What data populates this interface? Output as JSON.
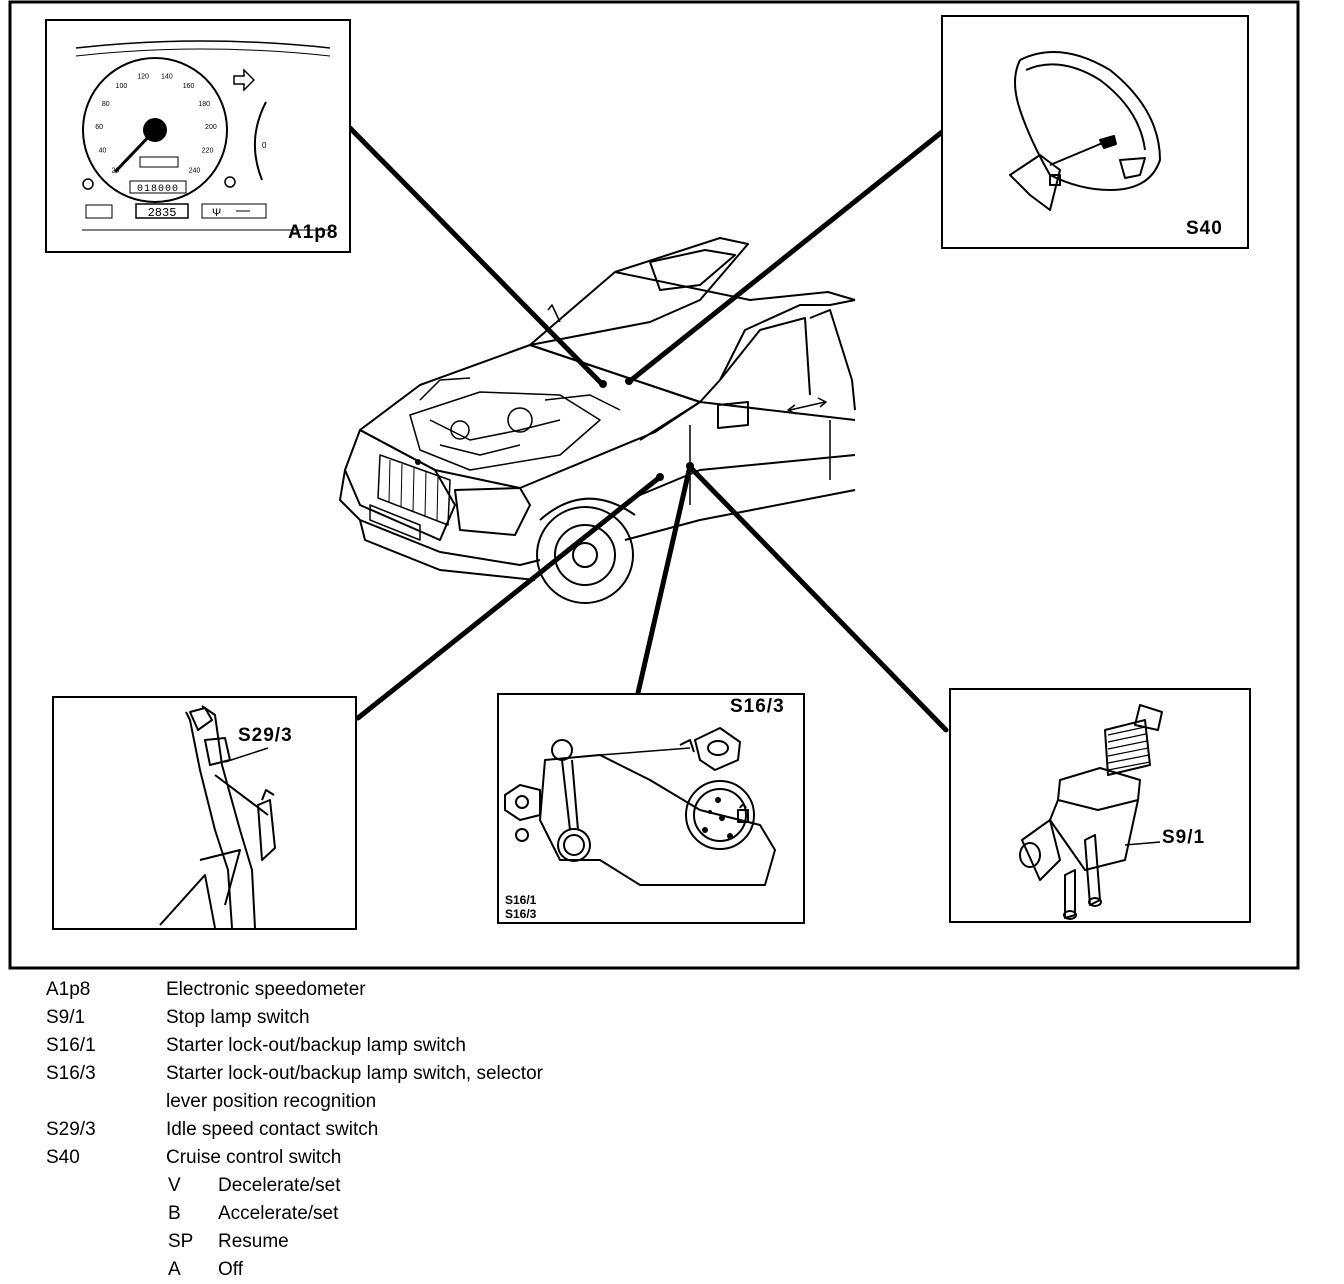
{
  "panels": {
    "a1p8": {
      "label": "A1p8"
    },
    "s40": {
      "label": "S40"
    },
    "s29_3": {
      "label": "S29/3"
    },
    "s16_3": {
      "label": "S16/3",
      "sublabels": [
        "S16/1",
        "S16/3"
      ]
    },
    "s9_1": {
      "label": "S9/1"
    }
  },
  "legend": {
    "items": [
      {
        "code": "A1p8",
        "desc": "Electronic speedometer"
      },
      {
        "code": "S9/1",
        "desc": "Stop lamp switch"
      },
      {
        "code": "S16/1",
        "desc": "Starter lock-out/backup lamp switch"
      },
      {
        "code": "S16/3",
        "desc": "Starter lock-out/backup lamp switch, selector"
      },
      {
        "code": "",
        "desc": "lever position recognition"
      },
      {
        "code": "S29/3",
        "desc": "Idle speed contact switch"
      },
      {
        "code": "S40",
        "desc": "Cruise control switch"
      }
    ],
    "subitems": [
      {
        "code": "V",
        "desc": "Decelerate/set"
      },
      {
        "code": "B",
        "desc": "Accelerate/set"
      },
      {
        "code": "SP",
        "desc": "Resume"
      },
      {
        "code": "A",
        "desc": "Off"
      }
    ]
  },
  "speedometer": {
    "ticks": [
      "20",
      "40",
      "60",
      "80",
      "100",
      "120",
      "140",
      "160",
      "180",
      "200",
      "220",
      "240"
    ],
    "odometer": "018000",
    "trip": "2835",
    "temp": "0"
  }
}
